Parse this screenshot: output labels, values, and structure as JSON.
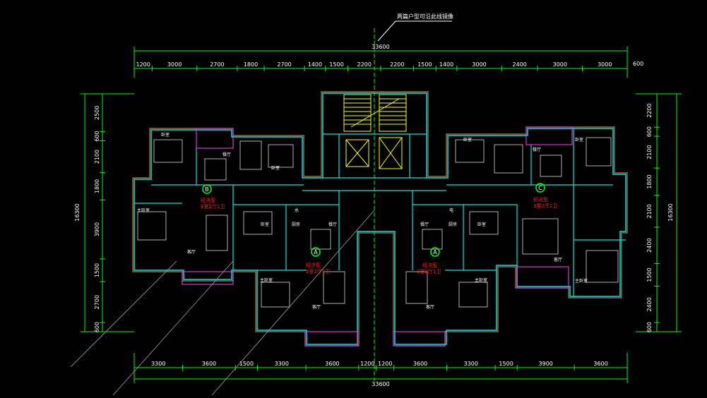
{
  "title": "两篇户型可沿此线镜像",
  "overall_width": "33600",
  "overall_depth": "16300",
  "top_dims": [
    "1200",
    "3000",
    "2700",
    "1800",
    "2700",
    "1400",
    "1500",
    "2200",
    "2200",
    "1500",
    "1400",
    "3000",
    "2400",
    "3000",
    "3000"
  ],
  "top_right_extra": "600",
  "bottom_dims": [
    "3300",
    "3600",
    "1500",
    "3300",
    "3600",
    "1200",
    "1200",
    "3600",
    "3300",
    "1500",
    "3900",
    "3600"
  ],
  "left_dims": [
    "2500",
    "600",
    "2100",
    "1800",
    "3900",
    "1500",
    "2700",
    "600"
  ],
  "right_dims": [
    "2200",
    "600",
    "2100",
    "1800",
    "2100",
    "2400",
    "1500",
    "2400",
    "600"
  ],
  "unit_labels": {
    "a_left": "A",
    "a_right": "A",
    "b": "B",
    "c": "C"
  },
  "type_labels": {
    "b_name": "经济型",
    "b_desc": "3室2厅1卫",
    "c_name": "舒适型",
    "c_desc": "3室2厅2卫",
    "a_left_name": "经济型",
    "a_left_desc": "3室2厅1卫",
    "a_right_name": "经济型",
    "a_right_desc": "3室2厅1卫"
  },
  "room_labels": {
    "bedroom": "卧室",
    "master_bedroom": "主卧室",
    "living": "客厅",
    "dining": "餐厅",
    "kitchen": "厨房",
    "water": "水",
    "electric": "电"
  },
  "colors": {
    "dim": "#00ff00",
    "wall": "#00e5e5",
    "wall_outer": "#c08040",
    "red": "#ff2020",
    "yellow": "#ffff00",
    "magenta": "#ff40ff",
    "white": "#ffffff",
    "furniture": "#dcdcdc"
  }
}
